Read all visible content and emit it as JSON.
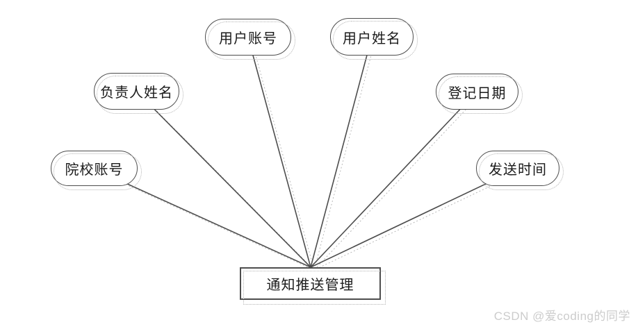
{
  "diagram": {
    "type": "er-attribute-diagram",
    "entity": {
      "label": "通知推送管理"
    },
    "attributes": [
      {
        "id": "user-account",
        "label": "用户账号"
      },
      {
        "id": "user-name",
        "label": "用户姓名"
      },
      {
        "id": "manager-name",
        "label": "负责人姓名"
      },
      {
        "id": "register-date",
        "label": "登记日期"
      },
      {
        "id": "college-account",
        "label": "院校账号"
      },
      {
        "id": "send-time",
        "label": "发送时间"
      }
    ],
    "colors": {
      "background": "#ffffff",
      "shape_border": "#4d4d4d",
      "connector_line": "#4d4d4d",
      "dotted_shadow": "#b3b3b3",
      "text": "#1a1a1a",
      "watermark": "#cccccc"
    }
  },
  "watermark": {
    "text": "CSDN @爱coding的同学"
  }
}
